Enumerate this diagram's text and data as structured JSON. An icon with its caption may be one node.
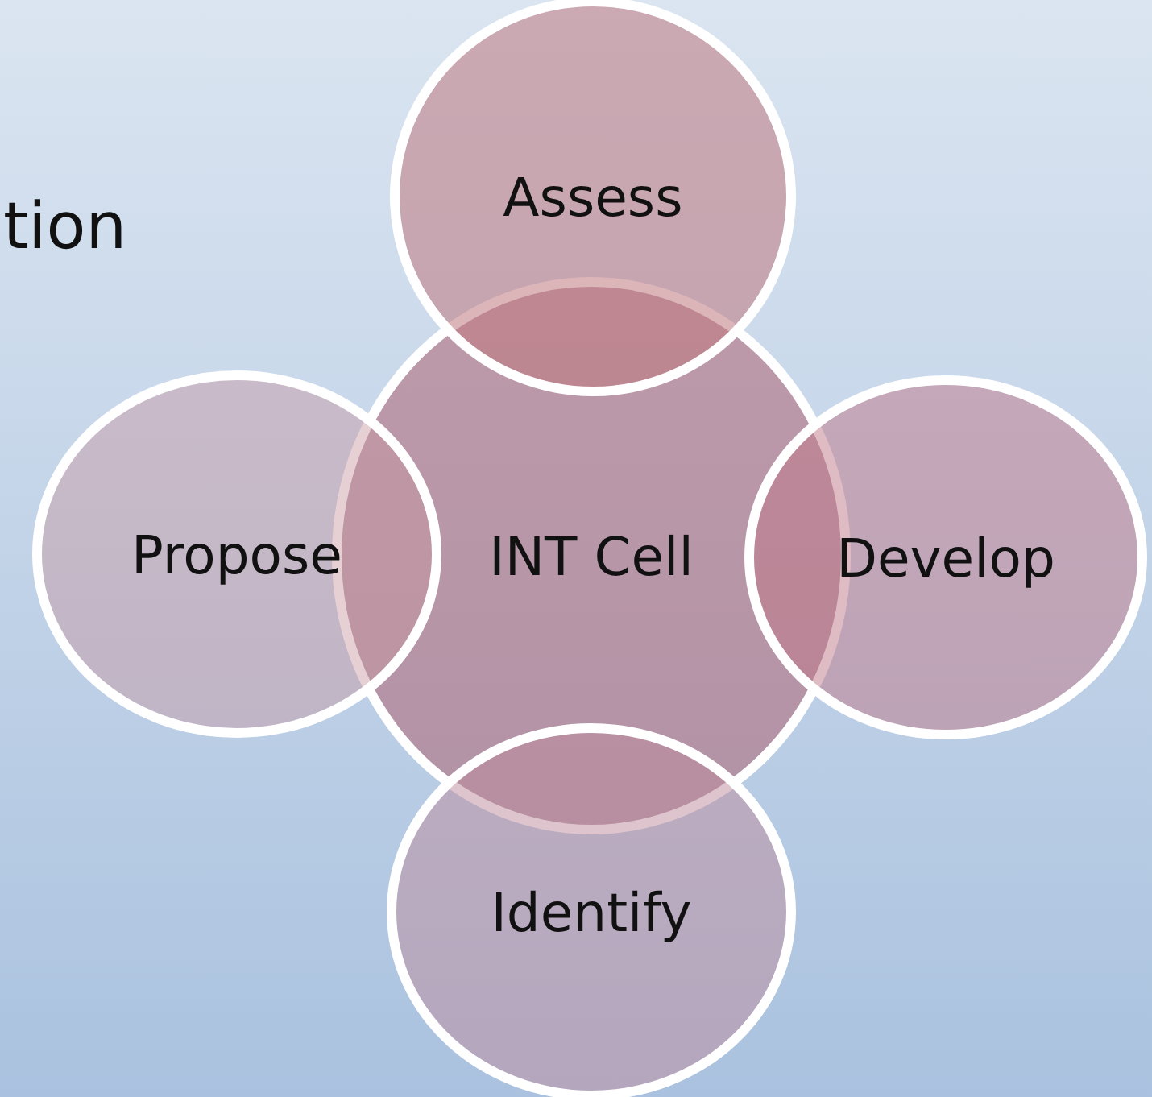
{
  "diagram": {
    "nodes": [
      {
        "text": [
          "Assess"
        ]
      },
      {
        "text": [
          "Propose"
        ]
      },
      {
        "text": [
          "INT Cell"
        ]
      },
      {
        "text": [
          "Develop"
        ]
      },
      {
        "text": [
          "Identify"
        ]
      }
    ],
    "edges": [],
    "labels": [
      "tion"
    ]
  }
}
